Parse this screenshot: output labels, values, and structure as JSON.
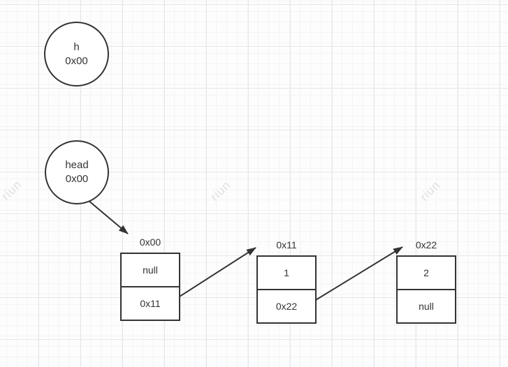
{
  "watermark": {
    "text": "riun",
    "color": "#e0e0e3"
  },
  "colors": {
    "stroke": "#333333",
    "text": "#333333",
    "node_fill": "#ffffff",
    "grid_minor": "#f4f4f6",
    "grid_major": "#e7e7ea",
    "background": "#fdfdfd"
  },
  "variables": [
    {
      "name": "h",
      "address": "0x00"
    },
    {
      "name": "head",
      "address": "0x00"
    }
  ],
  "nodes": [
    {
      "address": "0x00",
      "value": "null",
      "next": "0x11"
    },
    {
      "address": "0x11",
      "value": "1",
      "next": "0x22"
    },
    {
      "address": "0x22",
      "value": "2",
      "next": "null"
    }
  ],
  "arrows": [
    {
      "from": "head",
      "to": "0x00"
    },
    {
      "from": "0x00.next",
      "to": "0x11"
    },
    {
      "from": "0x11.next",
      "to": "0x22"
    }
  ]
}
